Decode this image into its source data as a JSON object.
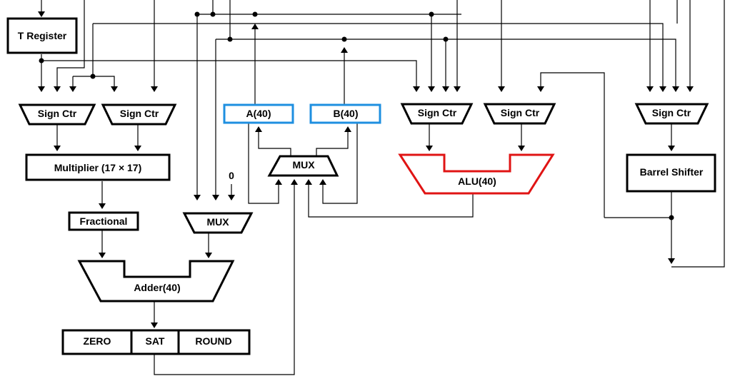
{
  "diagram": {
    "t_register": "T Register",
    "sign_ctr": "Sign Ctr",
    "multiplier": "Multiplier (17 × 17)",
    "fractional": "Fractional",
    "mux": "MUX",
    "constant_zero": "0",
    "adder": "Adder(40)",
    "zero": "ZERO",
    "sat": "SAT",
    "round": "ROUND",
    "a_reg": "A(40)",
    "b_reg": "B(40)",
    "alu": "ALU(40)",
    "barrel_shifter": "Barrel Shifter"
  }
}
